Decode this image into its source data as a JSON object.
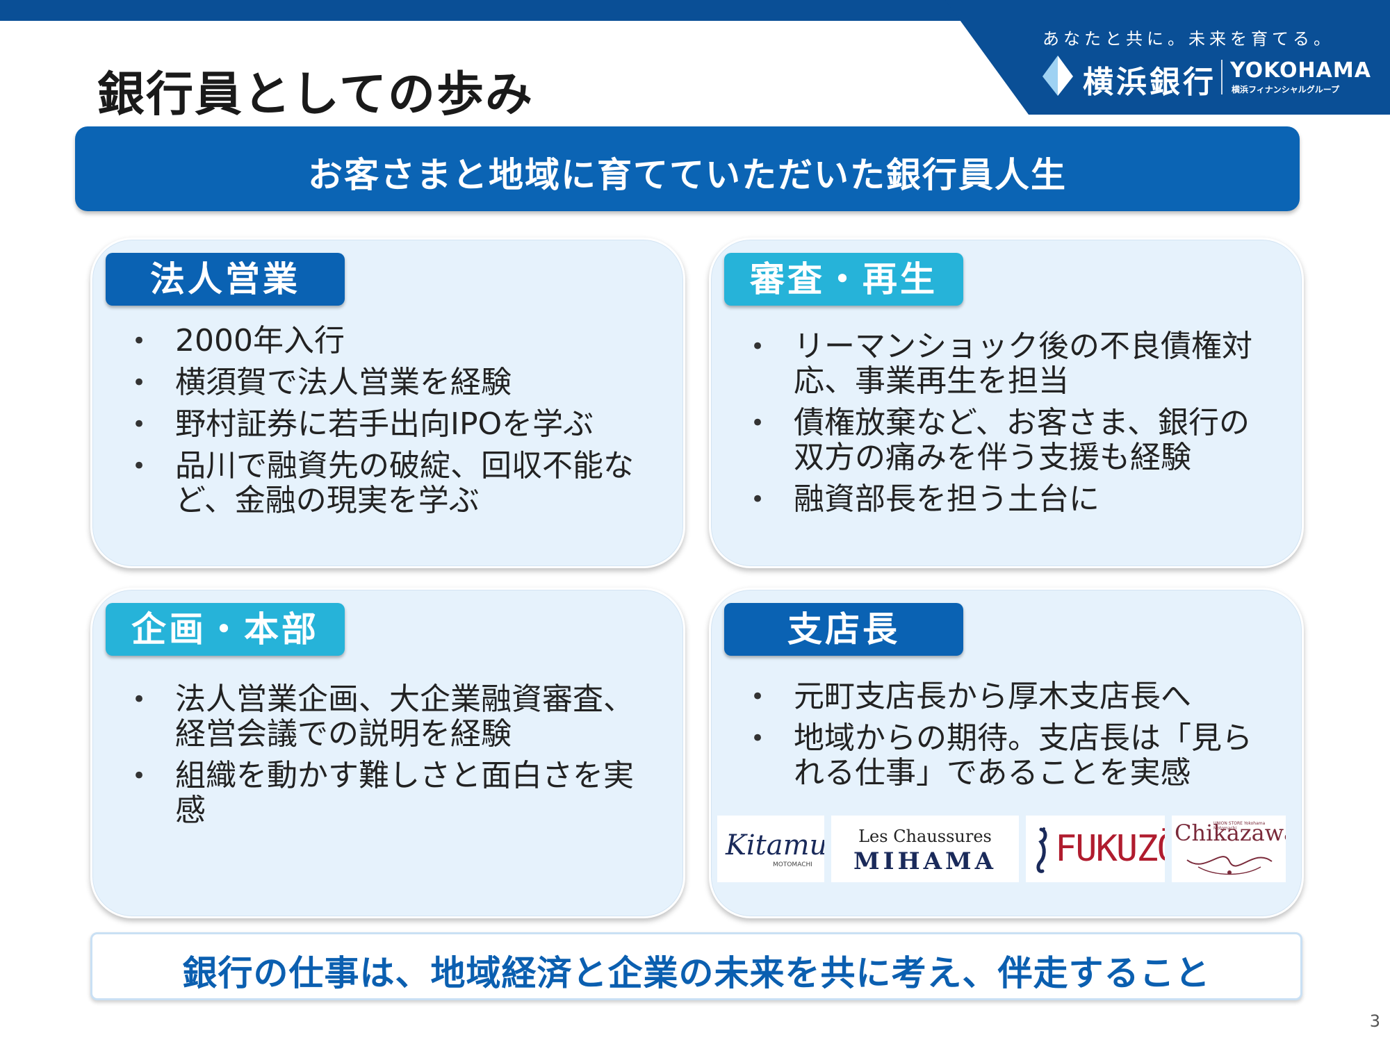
{
  "header": {
    "tagline": "あなたと共に。未来を育てる。",
    "bank_name_jp": "横浜銀行",
    "bank_name_en": "YOKOHAMA",
    "group_name": "横浜フィナンシャルグループ",
    "colors": {
      "brand": "#0a4f96"
    }
  },
  "page_title": "銀行員としての歩み",
  "banner": "お客さまと地域に育てていただいた銀行員人生",
  "panels": [
    {
      "tag": "法人営業",
      "tag_color": "#0a62b3",
      "items": [
        "2000年入行",
        "横須賀で法人営業を経験",
        "野村証券に若手出向IPOを学ぶ",
        "品川で融資先の破綻、回収不能など、金融の現実を学ぶ"
      ]
    },
    {
      "tag": "審査・再生",
      "tag_color": "#26b3d9",
      "items": [
        "リーマンショック後の不良債権対応、事業再生を担当",
        "債権放棄など、お客さま、銀行の双方の痛みを伴う支援も経験",
        "融資部長を担う土台に"
      ]
    },
    {
      "tag": "企画・本部",
      "tag_color": "#26b3d9",
      "items": [
        "法人営業企画、大企業融資審査、経営会議での説明を経験",
        "組織を動かす難しさと面白さを実感"
      ]
    },
    {
      "tag": "支店長",
      "tag_color": "#0a62b3",
      "items": [
        "元町支店長から厚木支店長へ",
        "地域からの期待。支店長は「見られる仕事」であることを実感"
      ]
    }
  ],
  "logos": {
    "kitamura": "Kitamura",
    "kitamura_sub": "MOTOMACHI",
    "mihama_top": "Les Chaussures",
    "mihama_bottom": "MIHAMA",
    "fukuzo": "FUKUZŌ",
    "chikazawa": "Chikazawa",
    "chikazawa_sub": "UNION STORE Yokohama Motomachi"
  },
  "footer": "銀行の仕事は、地域経済と企業の未来を共に考え、伴走すること",
  "page_number": "3"
}
